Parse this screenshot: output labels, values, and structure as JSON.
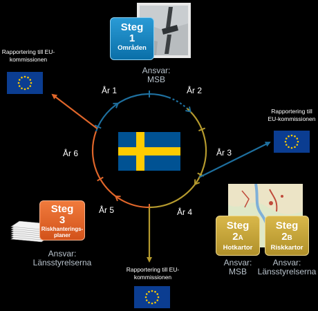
{
  "steps": {
    "s1": {
      "word": "Steg",
      "num": "1",
      "sub": "Områden",
      "responsibility_label": "Ansvar:",
      "responsibility": "MSB",
      "color": "#0a7bb8"
    },
    "s2a": {
      "word": "Steg",
      "num": "2",
      "num_suffix": "A",
      "sub": "Hotkartor",
      "responsibility_label": "Ansvar:",
      "responsibility": "MSB",
      "color": "#c9a227"
    },
    "s2b": {
      "word": "Steg",
      "num": "2",
      "num_suffix": "B",
      "sub": "Riskkartor",
      "responsibility_label": "Ansvar:",
      "responsibility": "Länsstyrelserna",
      "color": "#c9a227"
    },
    "s3": {
      "word": "Steg",
      "num": "3",
      "sub": "Riskhanterings-planer",
      "responsibility_label": "Ansvar:",
      "responsibility": "Länsstyrelserna",
      "color": "#e0662a"
    }
  },
  "years": [
    "År 1",
    "År 2",
    "År 3",
    "År 4",
    "År 5",
    "År 6"
  ],
  "reports": {
    "top_left": "Rapportering till EU-kommissionen",
    "right": "Rapportering till EU-kommissionen",
    "bottom": "Rapportering till EU-kommissionen"
  },
  "colors": {
    "background": "#000000",
    "blue": "#1e6f9e",
    "gold": "#b59a2e",
    "orange": "#e0662a",
    "eu_blue": "#0b3d91",
    "eu_star": "#ffcc00",
    "sweden_blue": "#005293",
    "sweden_yellow": "#fecb00"
  },
  "icons": {
    "center_flag": "sweden-flag-icon",
    "eu_flag": "eu-flag-icon",
    "step1_photo": "aerial-photo",
    "step2_map": "map-image",
    "step3_stack": "document-stack-icon"
  }
}
